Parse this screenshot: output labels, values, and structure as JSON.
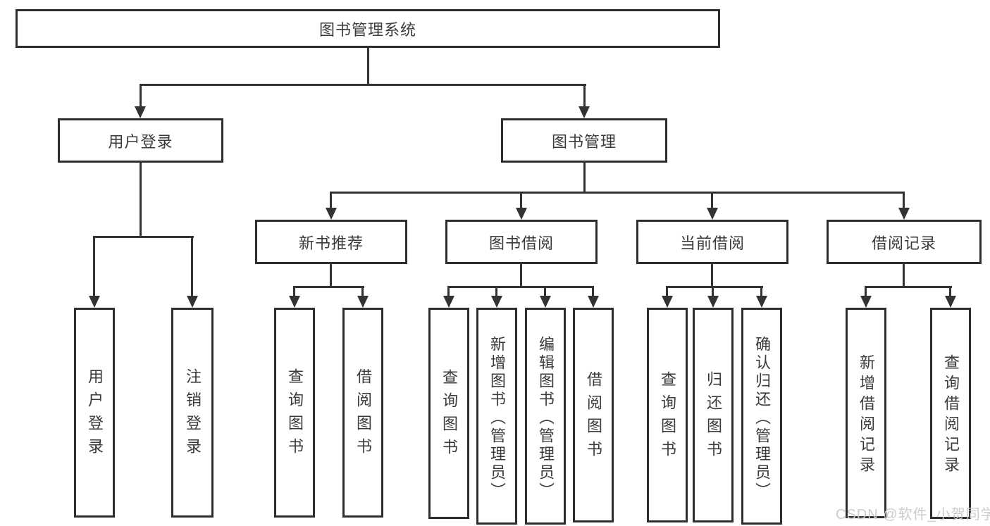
{
  "diagram": {
    "type": "hierarchy-tree",
    "orientation": "top-down",
    "colors": {
      "background": "#ffffff",
      "box_border": "#2e2e2e",
      "connector_line": "#333333",
      "text": "#3a3a3a",
      "watermark_text": "#cccccc"
    }
  },
  "tree": {
    "root": {
      "label": "图书管理系统",
      "children": [
        {
          "label": "用户登录",
          "children": [
            {
              "label": "用户登录"
            },
            {
              "label": "注销登录"
            }
          ]
        },
        {
          "label": "图书管理",
          "children": [
            {
              "label": "新书推荐",
              "children": [
                {
                  "label": "查询图书"
                },
                {
                  "label": "借阅图书"
                }
              ]
            },
            {
              "label": "图书借阅",
              "children": [
                {
                  "label": "查询图书"
                },
                {
                  "label": "新增图书（管理员）"
                },
                {
                  "label": "编辑图书（管理员）"
                },
                {
                  "label": "借阅图书"
                }
              ]
            },
            {
              "label": "当前借阅",
              "children": [
                {
                  "label": "查询图书"
                },
                {
                  "label": "归还图书"
                },
                {
                  "label": "确认归还（管理员）"
                }
              ]
            },
            {
              "label": "借阅记录",
              "children": [
                {
                  "label": "新增借阅记录"
                },
                {
                  "label": "查询借阅记录"
                }
              ]
            }
          ]
        }
      ]
    }
  },
  "watermark": "CSDN @软件_小贺同学"
}
